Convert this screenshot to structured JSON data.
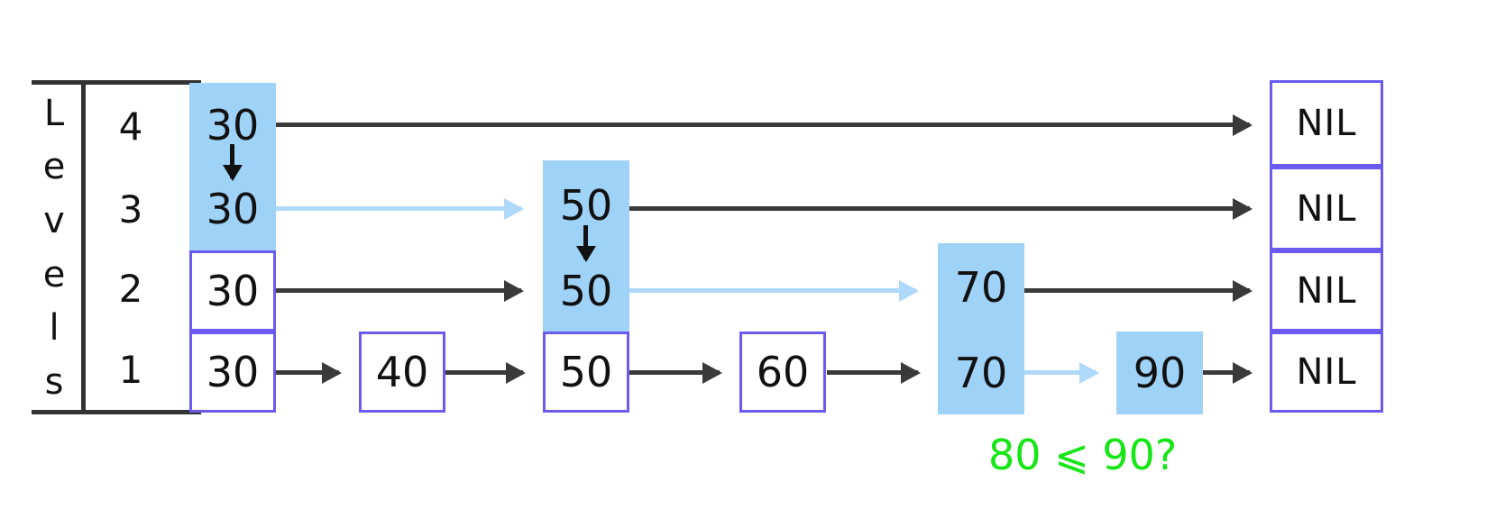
{
  "diagram": {
    "title": "skip-list-search-step",
    "axis_label_letters": [
      "L",
      "e",
      "v",
      "e",
      "l",
      "s"
    ],
    "levels": [
      "4",
      "3",
      "2",
      "1"
    ],
    "terminator_label": "NIL",
    "caption": "80 ⩽ 90?",
    "colors": {
      "highlight": "#9fd2f7",
      "box_border": "#6a5aef",
      "dark_arrow": "#3a3a3a",
      "light_arrow": "#aed9fb",
      "caption_green": "#16e616",
      "axis": "#333333",
      "text": "#111111"
    },
    "nodes": {
      "head_l4": "30",
      "head_l3": "30",
      "head_l2": "30",
      "head_l1": "30",
      "n40_l1": "40",
      "n50_l3": "50",
      "n50_l2": "50",
      "n50_l1": "50",
      "n60_l1": "60",
      "n70_l2": "70",
      "n70_l1": "70",
      "n90_l1": "90",
      "nil_l4": "NIL",
      "nil_l3": "NIL",
      "nil_l2": "NIL",
      "nil_l1": "NIL"
    }
  }
}
